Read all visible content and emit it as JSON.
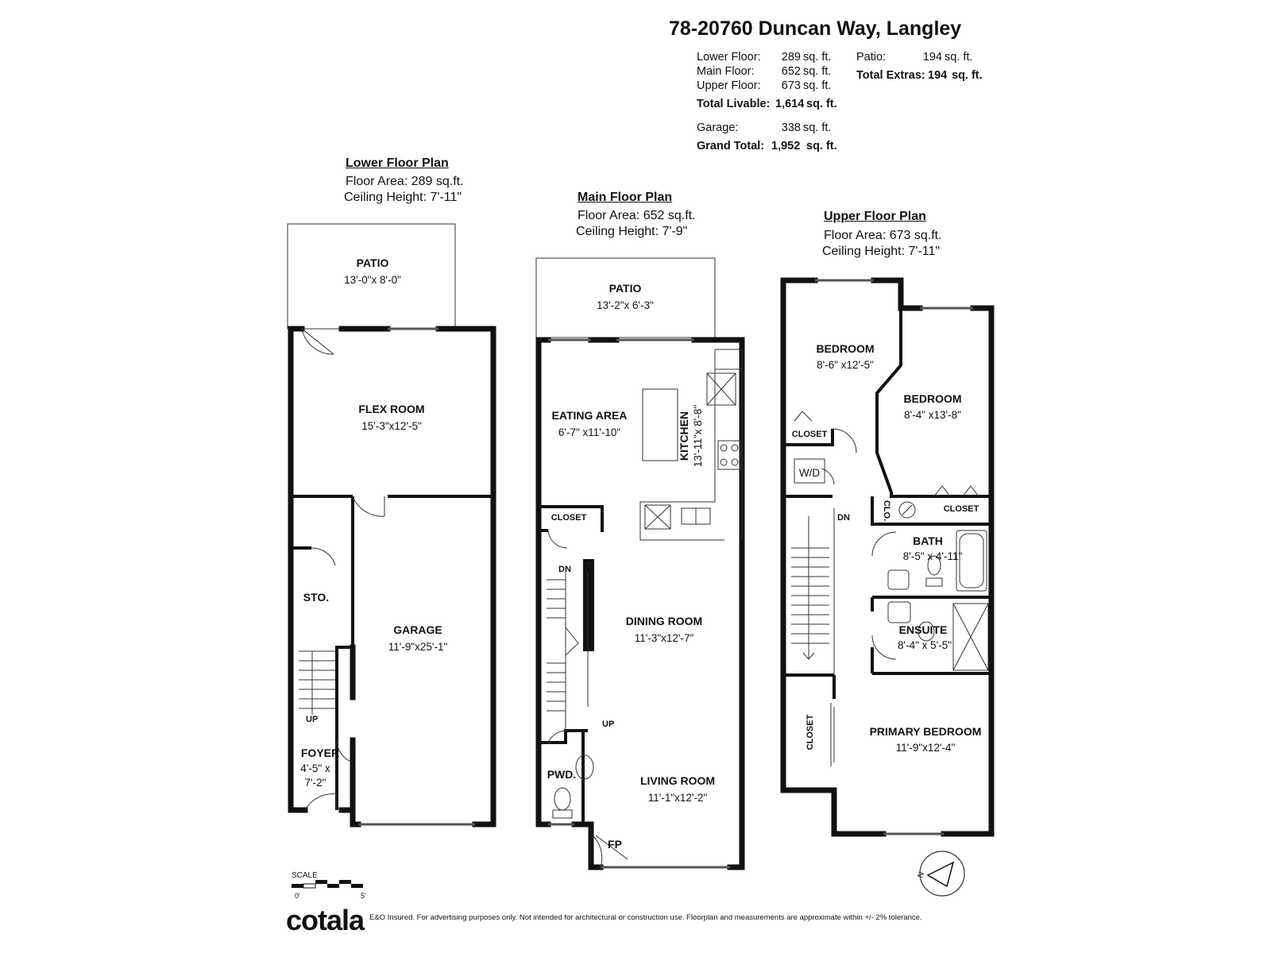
{
  "header": {
    "address": "78-20760 Duncan Way, Langley"
  },
  "areas": {
    "lower": {
      "label": "Lower Floor:",
      "value": "289",
      "unit": "sq. ft."
    },
    "main": {
      "label": "Main Floor:",
      "value": "652",
      "unit": "sq. ft."
    },
    "upper": {
      "label": "Upper Floor:",
      "value": "673",
      "unit": "sq. ft."
    },
    "total_livable": {
      "label": "Total Livable:",
      "value": "1,614",
      "unit": "sq. ft."
    },
    "garage": {
      "label": "Garage:",
      "value": "338",
      "unit": "sq. ft."
    },
    "grand_total": {
      "label": "Grand Total:",
      "value": "1,952",
      "unit": "sq. ft."
    },
    "patio": {
      "label": "Patio:",
      "value": "194",
      "unit": "sq. ft."
    },
    "total_extras": {
      "label": "Total Extras:",
      "value": "194",
      "unit": "sq. ft."
    }
  },
  "plans": {
    "lower": {
      "title": "Lower Floor Plan",
      "area": "Floor Area: 289 sq.ft.",
      "ceiling": "Ceiling Height: 7'-11\""
    },
    "main": {
      "title": "Main Floor Plan",
      "area": "Floor Area: 652 sq.ft.",
      "ceiling": "Ceiling Height: 7'-9\""
    },
    "upper": {
      "title": "Upper Floor Plan",
      "area": "Floor Area: 673 sq.ft.",
      "ceiling": "Ceiling Height: 7'-11\""
    }
  },
  "rooms": {
    "lower": {
      "patio": {
        "name": "PATIO",
        "size": "13'-0\"x 8'-0\""
      },
      "flex": {
        "name": "FLEX ROOM",
        "size": "15'-3\"x12'-5\""
      },
      "garage": {
        "name": "GARAGE",
        "size": "11'-9\"x25'-1\""
      },
      "sto": {
        "name": "STO."
      },
      "foyer": {
        "name": "FOYER",
        "size1": "4'-5\" x",
        "size2": "7'-2\""
      },
      "up": "UP"
    },
    "main": {
      "patio": {
        "name": "PATIO",
        "size": "13'-2\"x 6'-3\""
      },
      "eating": {
        "name": "EATING AREA",
        "size": "6'-7\" x11'-10\""
      },
      "kitchen": {
        "name": "KITCHEN",
        "size": "13'-11\"x 8'-8\""
      },
      "closet": {
        "name": "CLOSET"
      },
      "dining": {
        "name": "DINING ROOM",
        "size": "11'-3\"x12'-7\""
      },
      "living": {
        "name": "LIVING ROOM",
        "size": "11'-1\"x12'-2\""
      },
      "pwd": {
        "name": "PWD."
      },
      "fp": {
        "name": "FP"
      },
      "dn": "DN",
      "up": "UP"
    },
    "upper": {
      "bedroom1": {
        "name": "BEDROOM",
        "size": "8'-6\" x12'-5\""
      },
      "bedroom2": {
        "name": "BEDROOM",
        "size": "8'-4\" x13'-8\""
      },
      "closet1": {
        "name": "CLOSET"
      },
      "wd": {
        "name": "W/D"
      },
      "clo": {
        "name": "CLO."
      },
      "closet2": {
        "name": "CLOSET"
      },
      "bath": {
        "name": "BATH",
        "size": "8'-5\" x 4'-11\""
      },
      "ensuite": {
        "name": "ENSUITE",
        "size": "8'-4\" x 5'-5\""
      },
      "closet3": {
        "name": "CLOSET"
      },
      "primary": {
        "name": "PRIMARY BEDROOM",
        "size": "11'-9\"x12'-4\""
      },
      "dn": "DN"
    }
  },
  "scale": {
    "label": "SCALE",
    "start": "0'",
    "end": "5'"
  },
  "compass": {
    "label": "N"
  },
  "footer": {
    "logo": "cotala",
    "disclaimer": "E&O Insured. For advertising purposes only. Not intended for architectural or construction use. Floorplan and measurements are approximate within +/- 2% tolerance."
  },
  "colors": {
    "wall": "#111111",
    "line": "#333333",
    "background": "#ffffff"
  }
}
